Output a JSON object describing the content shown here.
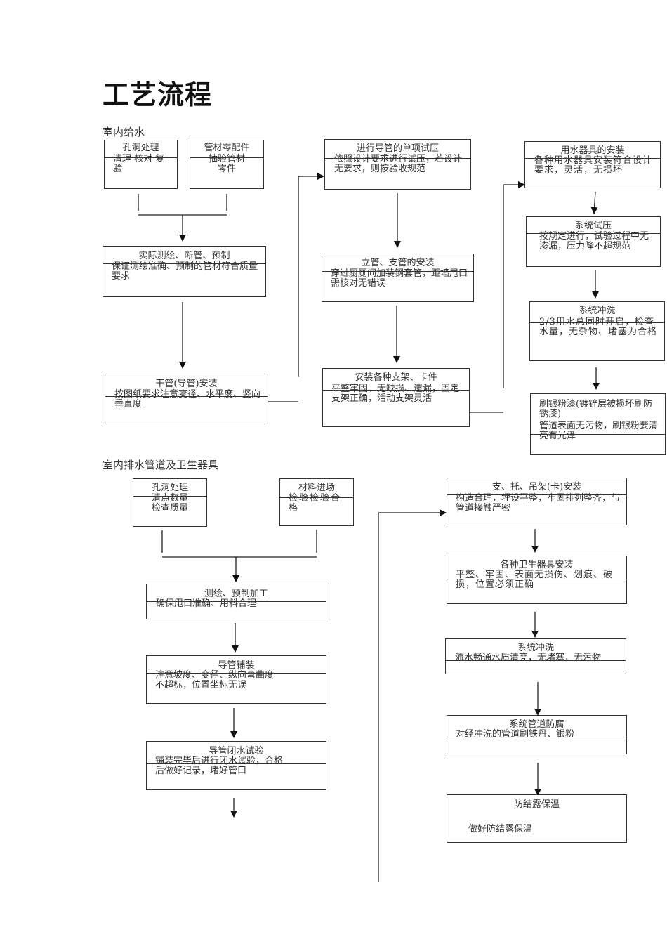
{
  "title": "工艺流程",
  "sections": {
    "supply": "室内给水",
    "drainage": "室内排水管道及卫生器具"
  },
  "supply_steps": [
    {
      "title": "孔洞处理",
      "desc": "清理 核对 复验"
    },
    {
      "title": "管材零配件",
      "desc": "抽验管材\n零件"
    },
    {
      "title": "实际测绘、断管、预制",
      "desc": "保证测绘准确、预制的管材符合质量要求"
    },
    {
      "title": "干管(导管)安装",
      "desc": "按图纸要求注意变径、水平度、竖向垂直度"
    },
    {
      "title": "进行导管的单项试压",
      "desc": "依照设计要求进行试压，若设计无要求，则按验收规范"
    },
    {
      "title": "立管、支管的安装",
      "desc": "穿过厨厕间加装钢套管，距墙甩口需核对无错误"
    },
    {
      "title": "安装各种支架、卡件",
      "desc": "平整牢固、无缺损、遗漏，固定支架正确，活动支架灵活"
    },
    {
      "title": "用水器具的安装",
      "desc": "各种用水器具安装符合设计要求，灵活，无损坏"
    },
    {
      "title": "系统试压",
      "desc": "按规定进行，试验过程中无渗漏，压力降不超规范"
    },
    {
      "title": "系统冲洗",
      "desc": "2/3用水总同时开启，检查水量，无杂物、堵塞为合格"
    },
    {
      "title": "刷银粉漆(镀锌层被损坏刷防锈漆)",
      "desc": "管道表面无污物，刷银粉要清亮有光泽"
    }
  ],
  "drainage_steps": [
    {
      "title": "孔洞处理",
      "desc": "清点数量\n检查质量"
    },
    {
      "title": "材料进场",
      "desc": "检验检验合格"
    },
    {
      "title": "测绘、预制加工",
      "desc": "确保甩口准确、用料合理"
    },
    {
      "title": "导管铺装",
      "desc": "注意坡度、变径、纵向弯曲度不超标，位置坐标无误"
    },
    {
      "title": "导管闭水试验",
      "desc": "铺装完毕后进行闭水试验，合格后做好记录，堵好管口"
    },
    {
      "title": "支、托、吊架(卡)安装",
      "desc": "构造合理，埋设平整，牢固排列整齐，与管道接触严密"
    },
    {
      "title": "各种卫生器具安装",
      "desc": "平整、牢固、表面无损伤、划痕、破损，位置必须正确"
    },
    {
      "title": "系统冲洗",
      "desc": "流水畅通水质清亮，无堵塞，无污物"
    },
    {
      "title": "系统管道防腐",
      "desc": "对经冲洗的管道刷铁丹、银粉"
    },
    {
      "title": "防结露保温",
      "desc": "做好防结露保温"
    }
  ]
}
